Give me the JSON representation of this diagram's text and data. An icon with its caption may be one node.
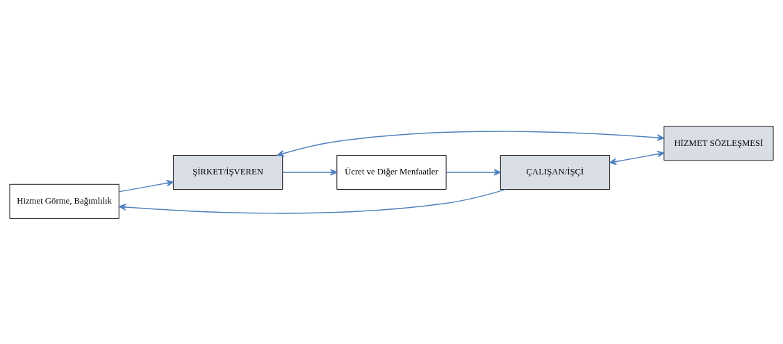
{
  "diagram": {
    "nodes": [
      {
        "text": [
          "Hizmet Görme, Bağımlılık"
        ]
      },
      {
        "text": [
          "ÇALIŞAN/İŞÇİ"
        ]
      },
      {
        "text": [
          "HİZMET SÖZLEŞMESİ"
        ]
      },
      {
        "text": [
          "ŞİRKET/İŞVEREN"
        ]
      },
      {
        "text": [
          "Ücret ve Diğer Menfaatler"
        ]
      }
    ],
    "edges": [
      {
        "from": 1,
        "to": 0,
        "arrow": "to"
      },
      {
        "from": 0,
        "to": 3,
        "arrow": "to"
      },
      {
        "from": 1,
        "to": 2,
        "arrow": "both"
      },
      {
        "from": 2,
        "to": 3,
        "arrow": "both"
      },
      {
        "from": 3,
        "to": 4,
        "arrow": "to"
      },
      {
        "from": 4,
        "to": 1,
        "arrow": "to"
      }
    ]
  }
}
